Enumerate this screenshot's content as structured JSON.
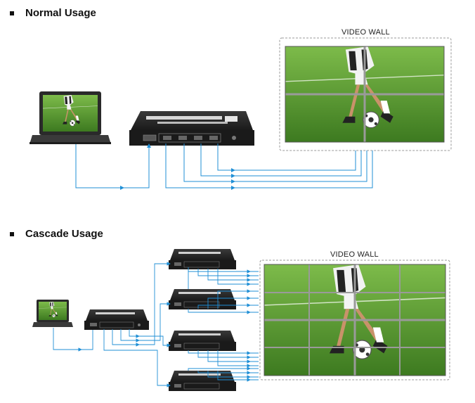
{
  "sections": {
    "normal": {
      "title": "Normal Usage",
      "wall_label": "VIDEO WALL"
    },
    "cascade": {
      "title": "Cascade Usage",
      "wall_label": "VIDEO WALL"
    }
  },
  "colors": {
    "signal_line": "#1f8fd6",
    "device_body": "#1c1c1c",
    "device_top": "#2e2e2e",
    "laptop_body": "#2a2a2a",
    "grass_light": "#6fae3f",
    "grass_dark": "#3f7a22",
    "bezel": "#9a9a9a",
    "dash_frame": "#999999"
  },
  "icons": {
    "laptop": "laptop-icon",
    "processor": "video-wall-processor-icon",
    "hdmi_port": "hdmi-port-icon"
  }
}
